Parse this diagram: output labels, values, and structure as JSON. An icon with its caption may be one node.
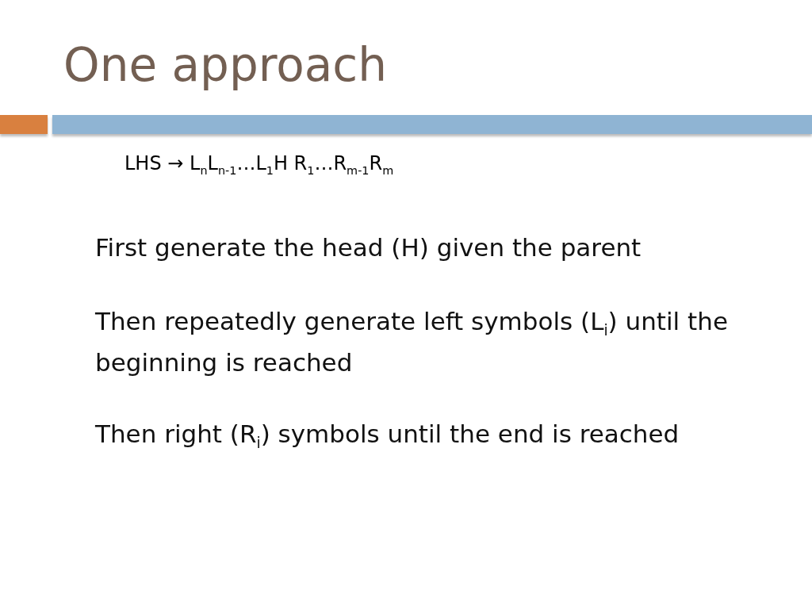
{
  "diagram": {
    "title": "One approach",
    "labels": [
      "LHS → L$_{n}$L$_{n-1}$…L$_{1}$H R$_{1}$…R$_{m-1}$R$_{m}$",
      "First generate the head (H) given the parent",
      "Then repeatedly generate left symbols (L$_{i}$) until the beginning is reached",
      "Then right (R$_{i}$) symbols until the end is reached"
    ]
  }
}
